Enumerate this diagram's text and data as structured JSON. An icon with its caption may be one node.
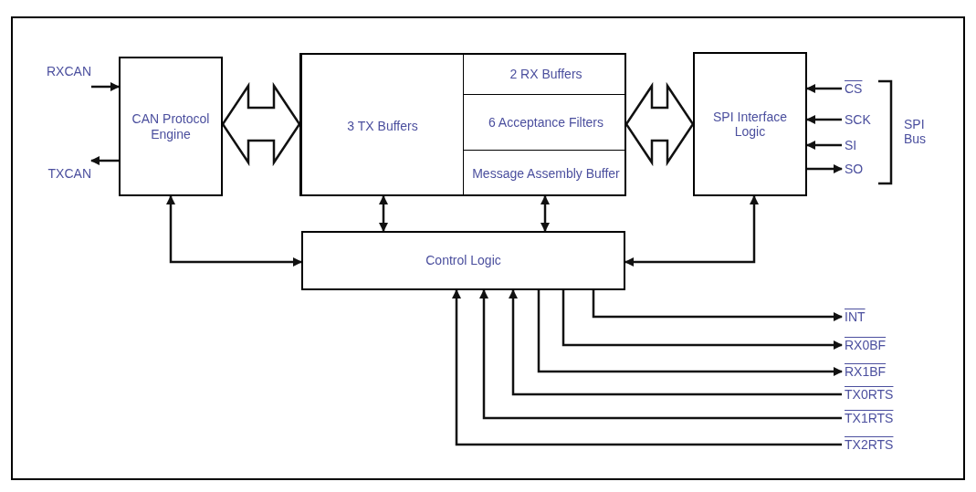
{
  "diagram": {
    "nodes": [
      {
        "text": [
          "RXCAN"
        ]
      },
      {
        "text": [
          "TXCAN"
        ]
      },
      {
        "text": [
          "CAN Protocol Engine"
        ]
      },
      {
        "text": [],
        "shape": "box"
      },
      {
        "text": [
          "3 TX Buffers"
        ],
        "in": 3
      },
      {
        "text": [
          "2 RX Buffers"
        ],
        "in": 3
      },
      {
        "text": [
          "6 Acceptance Filters"
        ],
        "in": 3
      },
      {
        "text": [
          "Message Assembly Buffer"
        ],
        "in": 3
      },
      {
        "text": [
          "SPI Interface Logic"
        ]
      },
      {
        "text": [
          "CS"
        ]
      },
      {
        "text": [
          "SCK"
        ]
      },
      {
        "text": [
          "SI"
        ]
      },
      {
        "text": [
          "SO"
        ]
      },
      {
        "text": [
          "Control Logic"
        ]
      },
      {
        "text": [
          "INT"
        ]
      },
      {
        "text": [
          "RX0BF"
        ]
      },
      {
        "text": [
          "RX1BF"
        ]
      },
      {
        "text": [
          "TX0RTS"
        ]
      },
      {
        "text": [
          "TX1RTS"
        ]
      },
      {
        "text": [
          "TX2RTS"
        ]
      }
    ],
    "edges": [
      {
        "from": 0,
        "to": 2,
        "arrow": "to"
      },
      {
        "from": 2,
        "to": 1,
        "arrow": "to"
      },
      {
        "from": 2,
        "to": 3,
        "arrow": "both",
        "style": "thick"
      },
      {
        "from": 3,
        "to": 8,
        "arrow": "both",
        "style": "thick"
      },
      {
        "from": 13,
        "to": 2,
        "arrow": "both"
      },
      {
        "from": 13,
        "to": 8,
        "arrow": "both"
      },
      {
        "from": 4,
        "to": 13,
        "arrow": "both"
      },
      {
        "from": 7,
        "to": 13,
        "arrow": "both"
      },
      {
        "from": 9,
        "to": 8,
        "arrow": "to"
      },
      {
        "from": 10,
        "to": 8,
        "arrow": "to"
      },
      {
        "from": 11,
        "to": 8,
        "arrow": "to"
      },
      {
        "from": 8,
        "to": 12,
        "arrow": "to"
      },
      {
        "from": 13,
        "to": 14,
        "arrow": "to"
      },
      {
        "from": 13,
        "to": 15,
        "arrow": "to"
      },
      {
        "from": 13,
        "to": 16,
        "arrow": "to"
      },
      {
        "from": 17,
        "to": 13,
        "arrow": "to"
      },
      {
        "from": 18,
        "to": 13,
        "arrow": "to"
      },
      {
        "from": 19,
        "to": 13,
        "arrow": "to"
      }
    ],
    "labels": [
      "SPI Bus"
    ]
  }
}
